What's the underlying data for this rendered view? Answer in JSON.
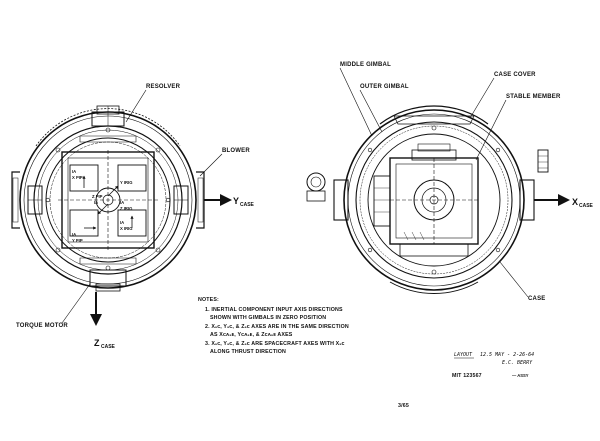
{
  "left_view": {
    "labels": {
      "resolver": "RESOLVER",
      "blower": "BLOWER",
      "torque_motor": "TORQUE MOTOR"
    },
    "axes": {
      "y_main": "Y",
      "y_sub": "CASE",
      "z_main": "Z",
      "z_sub": "CASE"
    },
    "component_labels": {
      "ia_x_pip": [
        "IA",
        "X PIP"
      ],
      "ia_y_pip": [
        "IA",
        "Y PIP"
      ],
      "y_irig": [
        "Y IRIG"
      ],
      "z_irig": [
        "IA",
        "Z IRIG"
      ],
      "z_pip": [
        "Z PIP",
        "IA"
      ],
      "x_irig": [
        "IA",
        "X IRIG"
      ]
    }
  },
  "right_view": {
    "labels": {
      "middle_gimbal": "MIDDLE GIMBAL",
      "outer_gimbal": "OUTER GIMBAL",
      "case_cover": "CASE COVER",
      "stable_member": "STABLE MEMBER",
      "case": "CASE"
    },
    "axes": {
      "x_main": "X",
      "x_sub": "CASE"
    }
  },
  "notes": {
    "heading": "NOTES:",
    "items": [
      [
        "1. INERTIAL COMPONENT INPUT AXIS DIRECTIONS",
        "SHOWN WITH GIMBALS IN ZERO POSITION"
      ],
      [
        "2. Xₛc, Yₛc, & Zₛc AXES ARE IN THE SAME DIRECTION",
        "AS Xᴄᴀₛᴇ, Yᴄᴀₛᴇ, & Zᴄᴀₛᴇ AXES"
      ],
      [
        "3. Xₛc, Yₛc, & Zₛc ARE SPACECRAFT AXES WITH Xₛc",
        "ALONG THRUST DIRECTION"
      ]
    ]
  },
  "title_block": {
    "layout": "LAYOUT",
    "layout_ref": "12.5 MAY - 2-26-64",
    "layout_sign": "E.C. BERRY",
    "drawing_number": "MIT 123567",
    "drawing_suffix": "— ASSY",
    "page": "3/65"
  }
}
